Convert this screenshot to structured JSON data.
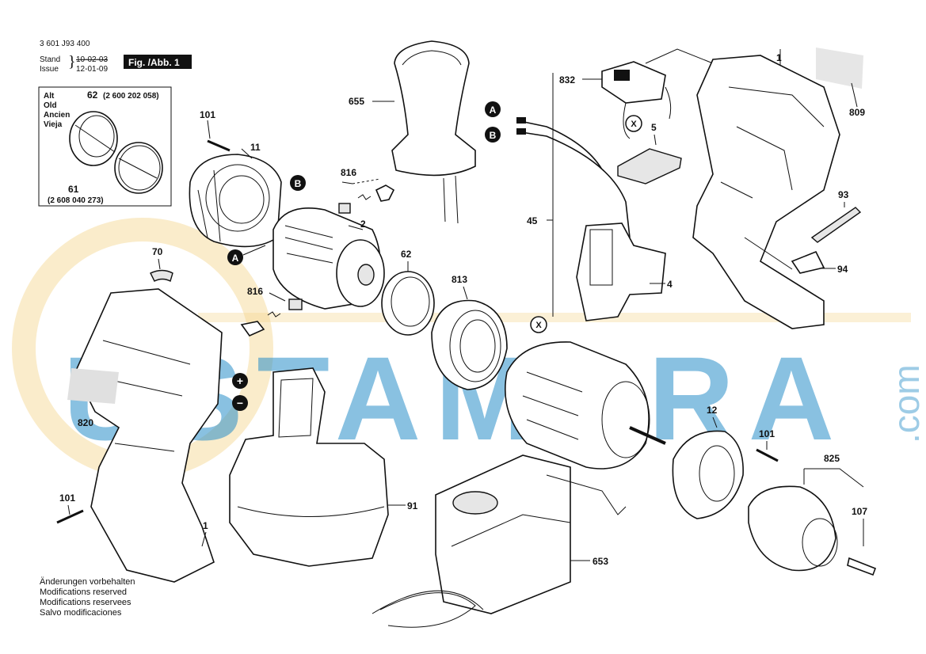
{
  "header": {
    "doc_number": "3 601 J93 400",
    "stand_label": "Stand",
    "issue_label": "Issue",
    "stand_date": "10-02-03",
    "issue_date": "12-01-09",
    "figure_label": "Fig. /Abb. 1"
  },
  "inset": {
    "alt_labels": [
      "Alt",
      "Old",
      "Ancien",
      "Vieja"
    ],
    "part_top": "62",
    "part_top_number": "(2 600 202 058)",
    "part_bottom": "61",
    "part_bottom_number": "(2 608 040 273)"
  },
  "callouts": {
    "p655": "655",
    "p101a": "101",
    "p11": "11",
    "p816a": "816",
    "p2": "2",
    "p62": "62",
    "p70": "70",
    "p816b": "816",
    "p813": "813",
    "p832": "832",
    "p5": "5",
    "p45": "45",
    "p4": "4",
    "p1a": "1",
    "p809": "809",
    "p93": "93",
    "p94": "94",
    "p820": "820",
    "p12": "12",
    "p101b": "101",
    "p825": "825",
    "p107": "107",
    "p101c": "101",
    "p1b": "1",
    "p91": "91",
    "p653": "653"
  },
  "markers": {
    "A": "A",
    "B": "B",
    "X": "X",
    "plus": "+",
    "minus": "−"
  },
  "footer": {
    "lines": [
      "Änderungen vorbehalten",
      "Modifications reserved",
      "Modifications reservees",
      "Salvo modificaciones"
    ]
  },
  "watermark": {
    "text": "USTAMARA",
    "suffix": ".com",
    "color": "#2a8fc9"
  }
}
